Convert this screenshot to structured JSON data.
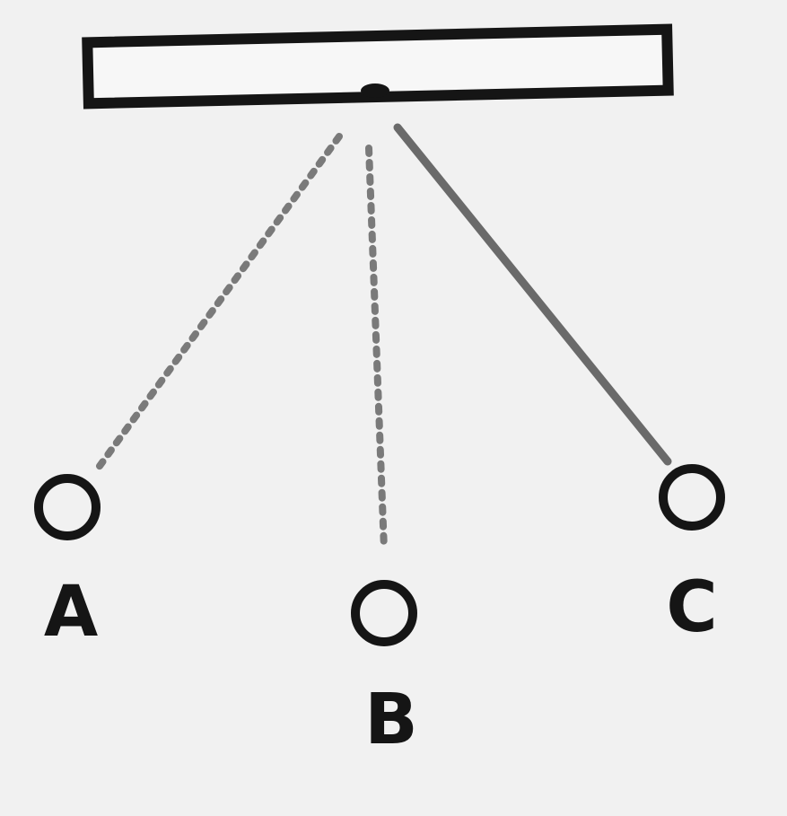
{
  "diagram": {
    "labels": {
      "a": "A",
      "b": "B",
      "c": "C"
    },
    "colors": {
      "ink": "#151515",
      "dotted_string": "#7a7a7a",
      "solid_string": "#6a6a6a",
      "background": "#f1f1f1"
    }
  }
}
